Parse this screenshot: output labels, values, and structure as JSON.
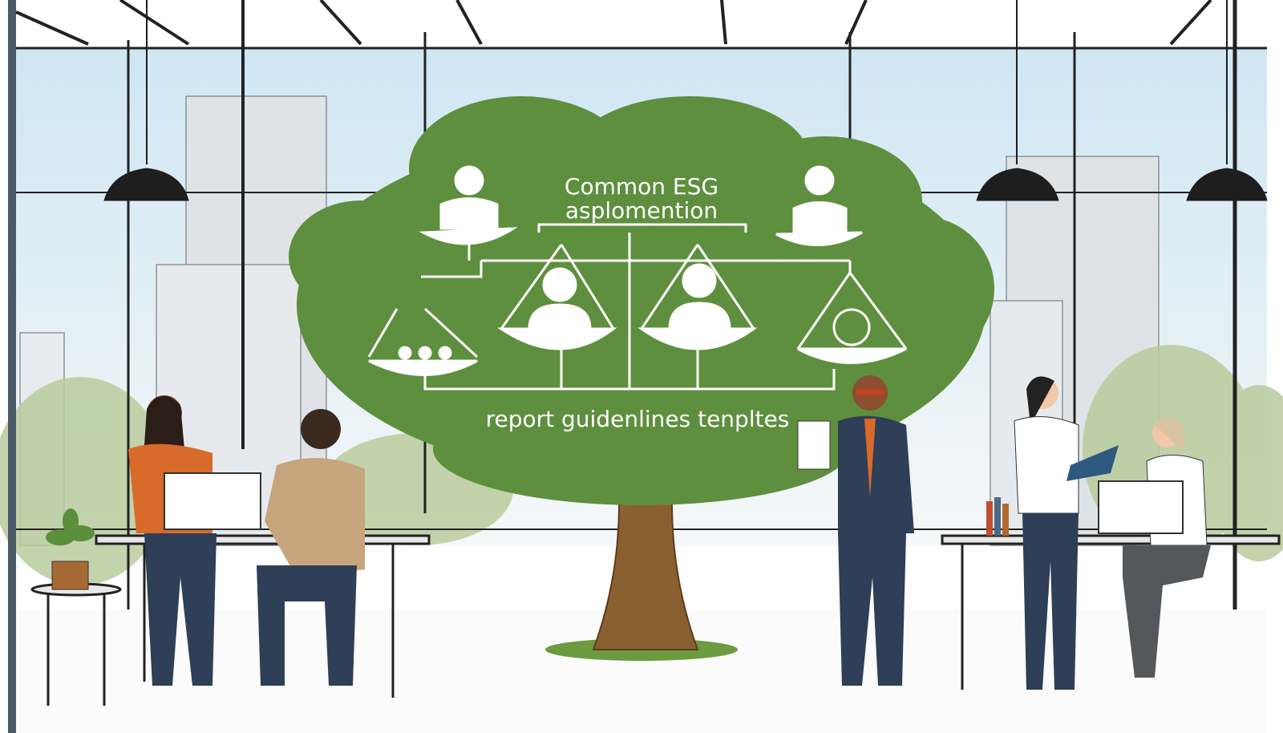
{
  "illustration": {
    "tree_title_line1": "Common ESG",
    "tree_title_line2": "asplomention",
    "tree_caption": "report guidenlines tenpltes",
    "colors": {
      "sky": "#dcecf5",
      "foliage": "#5e8f3e",
      "trunk": "#8a6030",
      "bush": "#b5c99a",
      "navy": "#2e3f57"
    }
  }
}
